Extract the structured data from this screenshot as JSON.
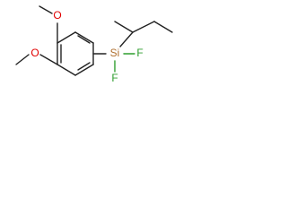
{
  "structure": {
    "atoms": {
      "o_top": "O",
      "o_left": "O",
      "si": "Si",
      "f_right": "F",
      "f_bottom": "F"
    },
    "colors": {
      "bond": "#222222",
      "oxygen": "#e00000",
      "silicon": "#b07030",
      "fluorine": "#2f9e2f"
    }
  }
}
